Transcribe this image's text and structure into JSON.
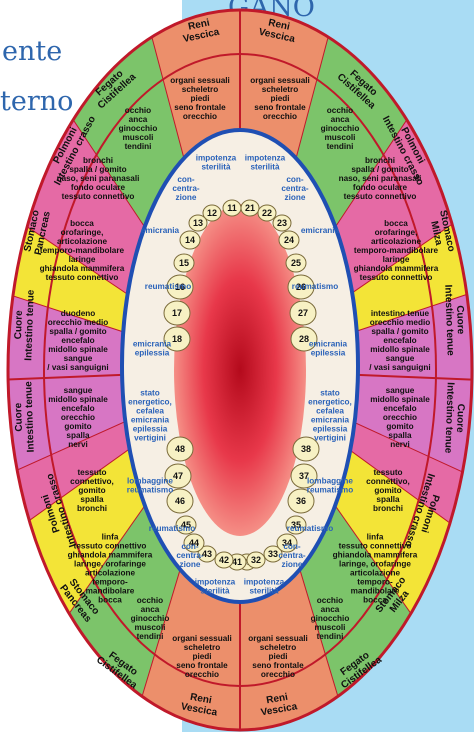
{
  "heading": {
    "line1": "GANO",
    "line2": "ente",
    "line3": "terno"
  },
  "colors": {
    "background_panel": "#a9dcf4",
    "heading": "#2e66ad",
    "oval_outline": "#c0192a",
    "inner_ring": "#1f4fb3",
    "salmon": "#ec8f6b",
    "green": "#7cc46a",
    "pink": "#e56aa5",
    "yellow": "#f3e437",
    "violet": "#d776c4"
  },
  "organs": {
    "top_left": "Reni\nVescica",
    "top_right": "Reni\nVescica",
    "upper_left_1": "Fegato\nCistifellea",
    "upper_right_1": "Fegato\nCistifellea",
    "upper_left_2": "Polmoni\nIntestino crasso",
    "upper_right_2": "Polmoni\nIntestino crasso",
    "left_3": "Stomaco\nPancreas",
    "right_3": "Stomaco\nMilza",
    "left_4": "Cuore\nIntestino tenue",
    "right_4": "Cuore\nIntestino tenue",
    "left_5": "Cuore\nIntestino tenue",
    "right_5": "Cuore\nIntestino tenue",
    "lower_left_6": "Polmoni\nIntestino crasso",
    "lower_right_6": "Polmoni\nIntestino crasso",
    "lower_left_7": "Stomaco\nPancreas",
    "lower_right_7": "Stomaco\nMilza",
    "lower_left_8": "Fegato\nCistifellea",
    "lower_right_8": "Fegato\nCistifellea",
    "bottom_left": "Reni\nVescica",
    "bottom_right": "Reni\nVescica"
  },
  "body_text": {
    "top_center_left": "organi sessuali\nscheletro\npiedi\nseno frontale\norecchio",
    "top_center_right": "organi sessuali\nscheletro\npiedi\nseno frontale\norecchio",
    "upper_left_green": "occhio\nanca\nginocchio\nmuscoli\ntendini",
    "upper_right_green": "occhio\nanca\nginocchio\nmuscoli\ntendini",
    "left_bronchi": "bronchi\nspalla / gomito\nnaso, seni paranasali\nfondo oculare\ntessuto connettivo",
    "right_bronchi": "bronchi\nspalla / gomito\nnaso, seni paranasali\nfondo oculare\ntessuto connettivo",
    "left_bocca": "bocca\norofaringe,\narticolazione\ntemporo-mandibolare\nlaringe\nghiandola mammifera\ntessuto connettivo",
    "right_bocca": "bocca\norofaringe,\narticolazione\ntemporo-mandibolare\nlaringe\nghiandola mammifera\ntessuto connettivo",
    "left_duodeno": "duodeno\norecchio medio\nspalla / gomito\nencefalo\nmidollo spinale\nsangue\n/ vasi sanguigni",
    "right_intestino": "intestino tenue\norecchio medio\nspalla / gomito\nencefalo\nmidollo spinale\nsangue\n/ vasi sanguigni",
    "left_sangue": "sangue\nmidollo spinale\nencefalo\norecchio\ngomito\nspalla\nnervi",
    "right_sangue": "sangue\nmidollo spinale\nencefalo\norecchio\ngomito\nspalla\nnervi",
    "left_tessuto": "tessuto\nconnettivo,\ngomito\nspalla\nbronchi",
    "right_tessuto": "tessuto\nconnettivo,\ngomito\nspalla\nbronchi",
    "left_linfa": "linfa\ntessuto connettivo\nghiandola mammifera\nlaringe, orofaringe\narticolazione\ntemporo-\nmandibolare\nbocca",
    "right_linfa": "linfa\ntessuto connettivo\nghiandola mammifera\nlaringe, orofaringe\narticolazione\ntemporo-\nmandibolare\nbocca",
    "lower_left_green": "occhio\nanca\nginocchio\nmuscoli\ntendini",
    "lower_right_green": "occhio\nanca\nginocchio\nmuscoli\ntendini",
    "bottom_center_left": "organi sessuali\nscheletro\npiedi\nseno frontale\norecchio",
    "bottom_center_right": "organi sessuali\nscheletro\npiedi\nseno frontale\norecchio"
  },
  "ring_text": {
    "top_left": "impotenza\nsterilità",
    "top_right": "impotenza\nsterilità",
    "conc_tl": "con-\ncentra-\nzione",
    "conc_tr": "con-\ncentra-\nzione",
    "emicrania_l": "emicrania",
    "emicrania_r": "emicrania",
    "reum_l": "reumatismo",
    "reum_r": "reumatismo",
    "epil_l": "emicrania\nepilessia",
    "epil_r": "emicrania\nepilessia",
    "stato_l": "stato\nenergetico,\ncefalea\nemicrania\nepilessia\nvertigini",
    "stato_r": "stato\nenergetico,\ncefalea\nemicrania\nepilessia\nvertigini",
    "lomb_l": "lombaggine\nreumatismo",
    "lomb_r": "lombaggine\nreumatismo",
    "reum_bl": "reumatismo",
    "reum_br": "reumatismo",
    "conc_bl": "con-\ncentra-\nzione",
    "conc_br": "con-\ncentra-\nzione",
    "bottom_left": "impotenza\nsterilità",
    "bottom_right": "impotenza\nsterilità"
  },
  "teeth_numbers": {
    "upper": [
      "11",
      "12",
      "13",
      "14",
      "15",
      "16",
      "17",
      "18",
      "21",
      "22",
      "23",
      "24",
      "25",
      "26",
      "27",
      "28"
    ],
    "lower": [
      "31",
      "32",
      "33",
      "34",
      "35",
      "36",
      "37",
      "38",
      "41",
      "42",
      "43",
      "44",
      "45",
      "46",
      "47",
      "48"
    ]
  }
}
